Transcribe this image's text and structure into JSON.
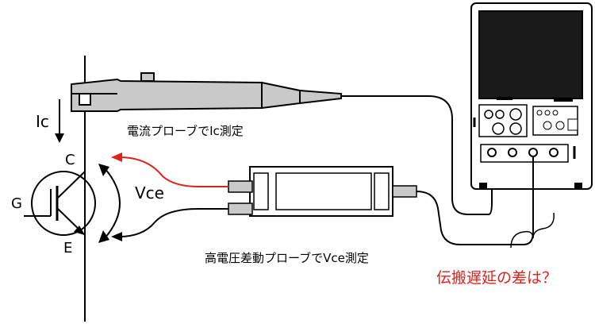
{
  "labels": {
    "ic": "Ic",
    "collector": "C",
    "gate": "G",
    "emitter": "E",
    "vce": "Vce",
    "current_probe": "電流プローブでIc測定",
    "voltage_probe": "高電圧差動プローブでVce測定",
    "delay_question": "伝搬遅延の差は？"
  },
  "colors": {
    "probe_body": "#c9c9c9",
    "outline": "#000000",
    "screen": "#1a1a1a",
    "red_lead": "#e0201b",
    "question_text": "#e0201b"
  }
}
